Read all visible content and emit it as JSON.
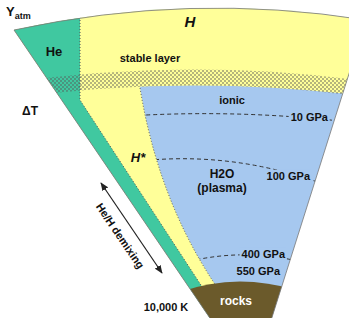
{
  "diagram": {
    "nodes": [
      {
        "text": [
          "He"
        ]
      },
      {
        "text": [
          "H"
        ]
      },
      {
        "text": [
          "stable layer"
        ]
      },
      {
        "text": [
          "ionic"
        ]
      },
      {
        "text": [
          "H*"
        ]
      },
      {
        "text": [
          "H2O (plasma)"
        ]
      },
      {
        "text": [
          "rocks"
        ]
      }
    ],
    "labels": [
      "Yatm",
      "ΔT",
      "10 GPa",
      "100 GPa",
      "400 GPa",
      "550 GPa",
      "He/H demixing",
      "10,000 K"
    ]
  }
}
